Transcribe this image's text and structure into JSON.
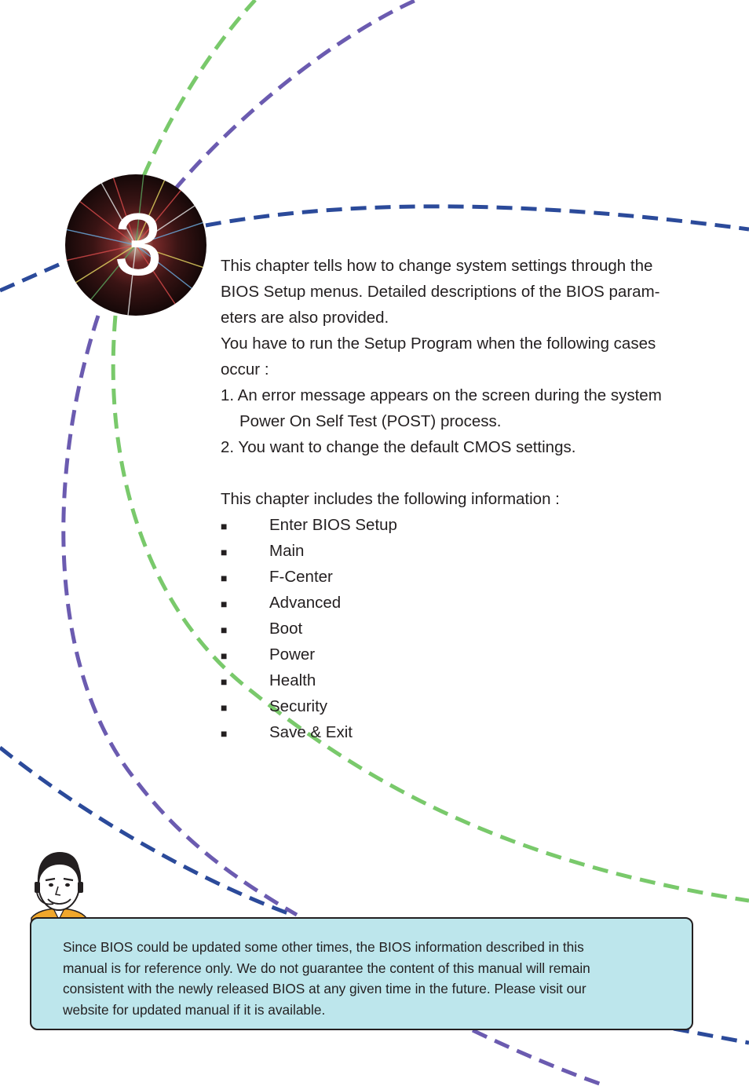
{
  "chapter": {
    "number": "3"
  },
  "intro": {
    "paragraph1": "This chapter tells how to change system settings through the BIOS Setup menus. Detailed descriptions of the BIOS param-eters are also provided.",
    "paragraph1_lines": [
      "This chapter tells how to change system settings through the",
      "BIOS Setup menus. Detailed descriptions of the BIOS param-",
      "eters are also provided."
    ],
    "paragraph2_lines": [
      "You have to run the Setup Program when the following cases",
      "occur :"
    ],
    "case1_lines": [
      "1. An error message appears on the screen during the system",
      "Power On Self Test (POST) process."
    ],
    "case2": "2. You want to change the default CMOS settings."
  },
  "topics": {
    "heading": "This chapter includes the following information :",
    "bullet": "■",
    "items": [
      "Enter BIOS Setup",
      "Main",
      "F-Center",
      "Advanced",
      "Boot",
      "Power",
      "Health",
      "Security",
      "Save & Exit"
    ]
  },
  "note": {
    "lines": [
      "Since BIOS could be updated some other times, the BIOS information described in this",
      "manual is for reference only. We do not guarantee the content of this manual will remain",
      "consistent with the newly released BIOS at any given time in the future. Please visit our",
      "website for updated manual if it is available."
    ],
    "background_color": "#bde6ec"
  },
  "colors": {
    "arc_blue": "#2b4a9a",
    "arc_purple": "#6b5bb0",
    "arc_green": "#79c96b"
  },
  "icons": {
    "mascot": "support-agent-headset-icon",
    "bullet": "black-square-bullet"
  }
}
